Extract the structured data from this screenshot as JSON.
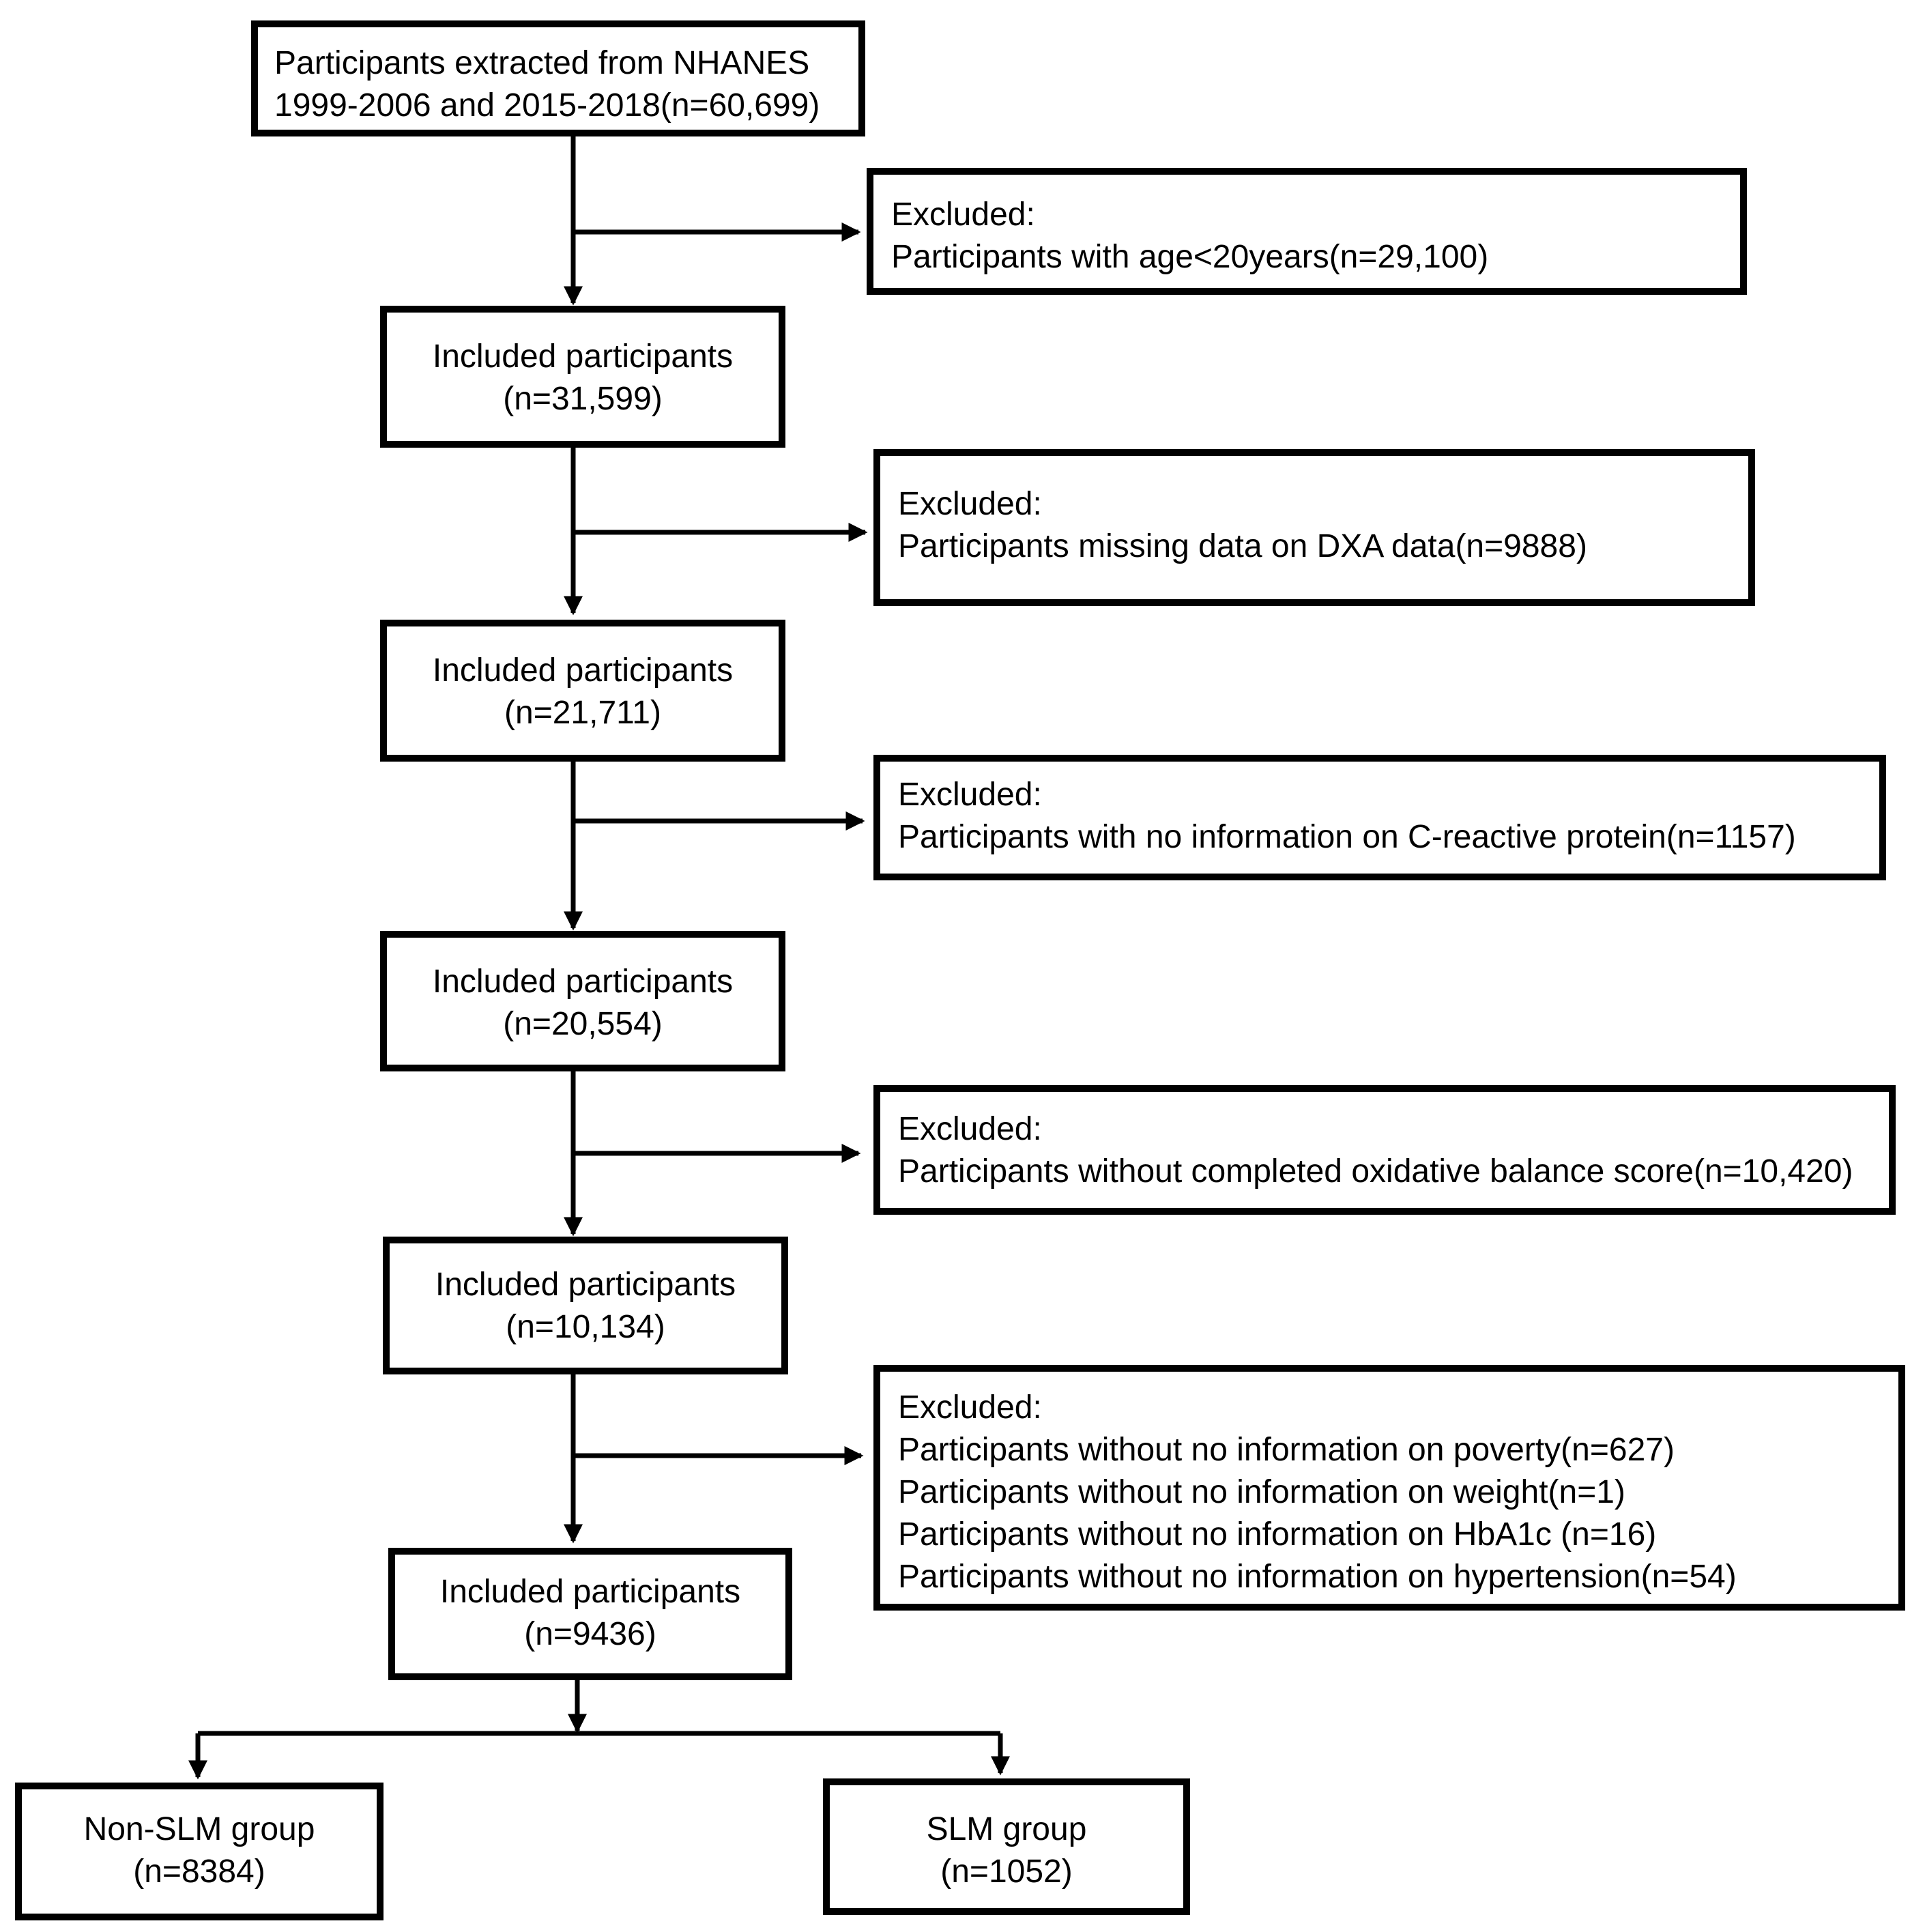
{
  "flow": {
    "start": {
      "line1": "Participants extracted from NHANES",
      "line2": "1999-2006 and 2015-2018(n=60,699)"
    },
    "steps": [
      {
        "excluded": {
          "title": "Excluded:",
          "lines": [
            "Participants  with age<20years(n=29,100)"
          ]
        },
        "included": {
          "label": "Included participants",
          "count": "(n=31,599)"
        }
      },
      {
        "excluded": {
          "title": "Excluded:",
          "lines": [
            "Participants missing data on DXA data(n=9888)"
          ]
        },
        "included": {
          "label": "Included participants",
          "count": "(n=21,711)"
        }
      },
      {
        "excluded": {
          "title": "Excluded:",
          "lines": [
            "Participants with no information on C-reactive protein(n=1157)"
          ]
        },
        "included": {
          "label": "Included participants",
          "count": "(n=20,554)"
        }
      },
      {
        "excluded": {
          "title": "Excluded:",
          "lines": [
            "Participants without completed oxidative balance score(n=10,420)"
          ]
        },
        "included": {
          "label": "Included participants",
          "count": "(n=10,134)"
        }
      },
      {
        "excluded": {
          "title": "Excluded:",
          "lines": [
            "Participants without no information on poverty(n=627)",
            "Participants without no information on weight(n=1)",
            "Participants without no information on HbA1c (n=16)",
            "Participants without no information on hypertension(n=54)"
          ]
        },
        "included": {
          "label": "Included participants",
          "count": "(n=9436)"
        }
      }
    ],
    "groups": [
      {
        "label": "Non-SLM group",
        "count": "(n=8384)"
      },
      {
        "label": "SLM group",
        "count": "(n=1052)"
      }
    ]
  }
}
